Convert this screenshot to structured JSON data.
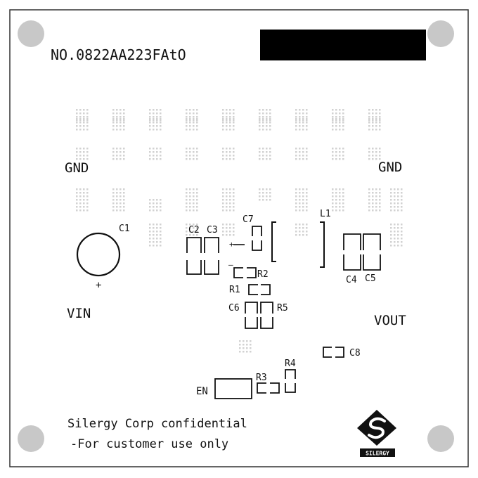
{
  "board": {
    "part_number": "NO.0822AA223FAtO",
    "confidential_line1": "Silergy Corp confidential",
    "confidential_line2": "-For customer use only",
    "logo_text": "SILERGY"
  },
  "pads": {
    "gnd_left": "GND",
    "gnd_right": "GND",
    "vin": "VIN",
    "vout": "VOUT",
    "en": "EN"
  },
  "components": {
    "c1": "C1",
    "c1_polarity": "+",
    "c2": "C2",
    "c3": "C3",
    "c4": "C4",
    "c5": "C5",
    "c6": "C6",
    "c7": "C7",
    "c8": "C8",
    "r1": "R1",
    "r2": "R2",
    "r3": "R3",
    "r4": "R4",
    "r5": "R5",
    "l1": "L1",
    "c7_plus": "+",
    "c7_minus": "—"
  },
  "colors": {
    "ink": "#111111",
    "silkscreen_bg": "#ffffff",
    "mounting_hole": "#c8c8c8",
    "via": "#d2d2d2",
    "redaction": "#000000"
  }
}
